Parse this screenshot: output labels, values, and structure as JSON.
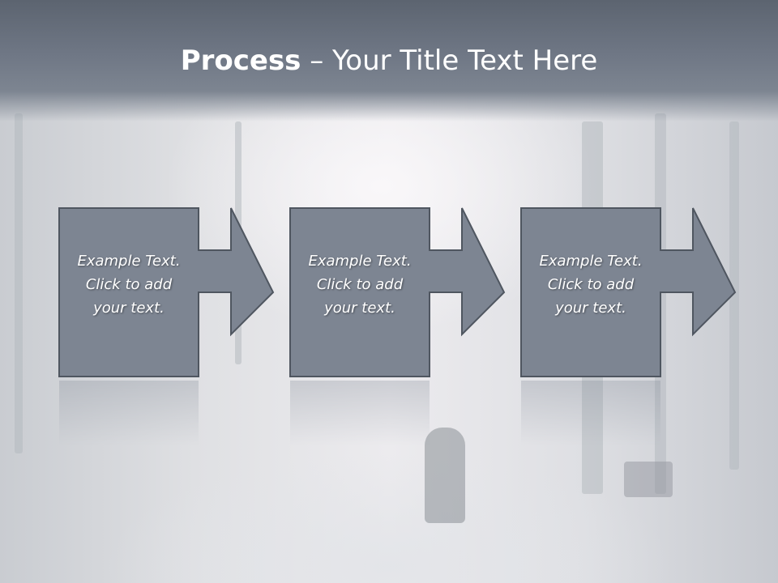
{
  "slide": {
    "title_bold": "Process",
    "title_rest": " – Your Title Text Here"
  },
  "steps": [
    {
      "text": "Example Text.\nClick  to add\nyour text."
    },
    {
      "text": "Example Text.\nClick  to add\nyour text."
    },
    {
      "text": "Example Text.\nClick  to add\nyour text."
    }
  ],
  "colors": {
    "shape_fill": "#7d8592",
    "shape_border": "#4f5660",
    "title_text": "#ffffff"
  },
  "icons": [
    "arrow-right-icon"
  ]
}
